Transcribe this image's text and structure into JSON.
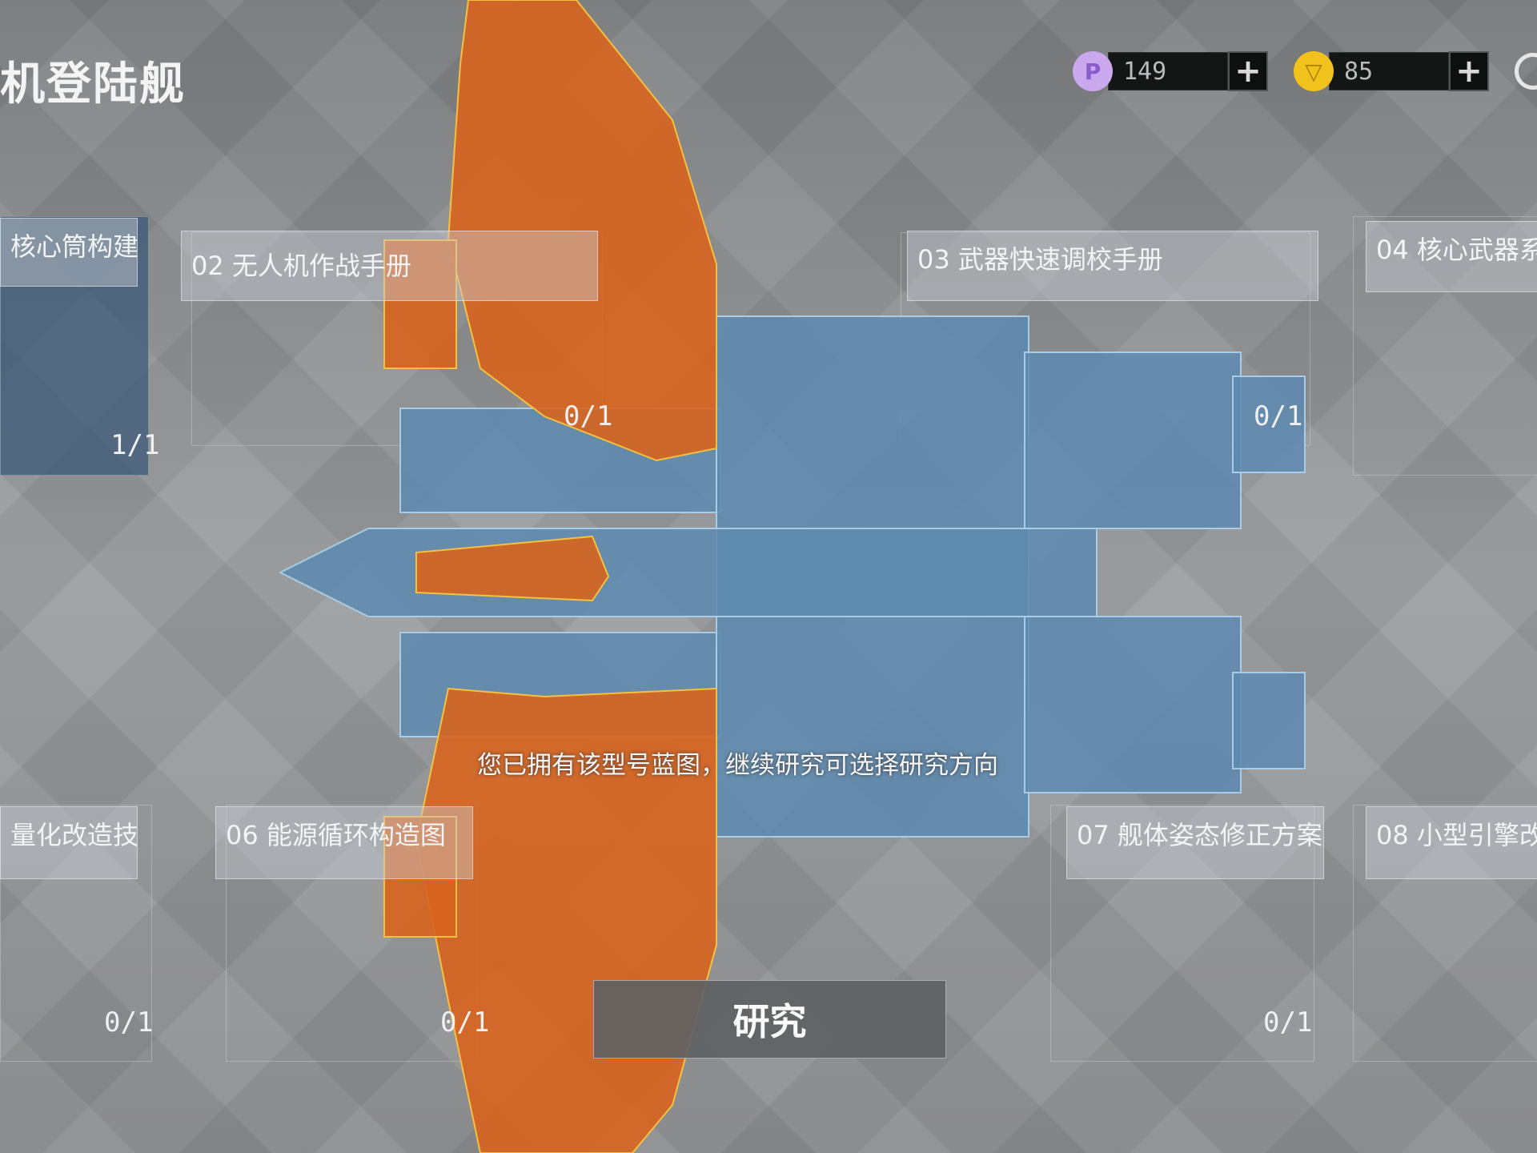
{
  "header": {
    "title": "机登陆舰"
  },
  "currencies": [
    {
      "icon": "purple-p-crystal-icon",
      "value": "149",
      "color": "#b48be0"
    },
    {
      "icon": "gold-triangle-coin-icon",
      "value": "85",
      "color": "#e8b418"
    }
  ],
  "cards": [
    {
      "label": "核心筒构建",
      "count": "1/1"
    },
    {
      "label": "02 无人机作战手册",
      "count": "0/1"
    },
    {
      "label": "03 武器快速调校手册",
      "count": "0/1"
    },
    {
      "label": "04 核心武器系",
      "count": ""
    },
    {
      "label": "量化改造技",
      "count": "0/1"
    },
    {
      "label": "06 能源循环构造图",
      "count": "0/1"
    },
    {
      "label": "07 舰体姿态修正方案",
      "count": "0/1"
    },
    {
      "label": "08 小型引擎改",
      "count": ""
    }
  ],
  "hint": "您已拥有该型号蓝图，继续研究可选择研究方向",
  "research_button": "研究",
  "colors": {
    "wing": "#d8641e",
    "body": "#5d8ab0"
  }
}
